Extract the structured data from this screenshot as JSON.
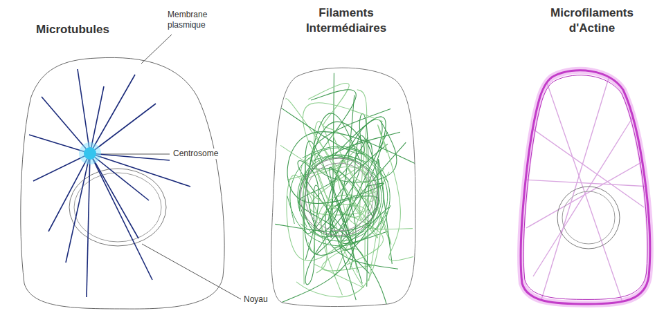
{
  "diagram": {
    "nodes": [
      {
        "text": [
          "Microtubules"
        ]
      },
      {
        "text": [
          "Filaments Intermédiaires"
        ]
      },
      {
        "text": [
          "Microfilaments d'Actine"
        ]
      }
    ],
    "labels": [
      "Membrane plasmique",
      "Centrosome",
      "Noyau"
    ]
  }
}
